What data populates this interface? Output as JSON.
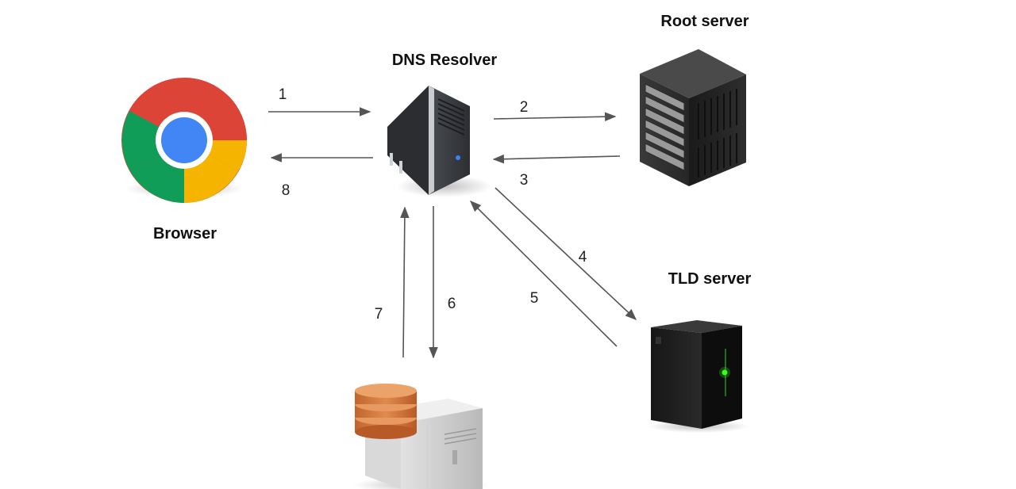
{
  "nodes": {
    "browser": {
      "label": "Browser",
      "icon": "chrome-browser-icon"
    },
    "resolver": {
      "label": "DNS Resolver",
      "icon": "resolver-server-icon"
    },
    "root": {
      "label": "Root server",
      "icon": "rack-server-icon"
    },
    "tld": {
      "label": "TLD server",
      "icon": "tower-server-icon"
    },
    "authoritative": {
      "label": "",
      "icon": "database-server-icon"
    }
  },
  "steps": [
    "1",
    "2",
    "3",
    "4",
    "5",
    "6",
    "7",
    "8"
  ],
  "colors": {
    "arrow": "#555555",
    "text": "#111111",
    "chrome_red": "#db4437",
    "chrome_green": "#0f9d58",
    "chrome_yellow": "#f4b400",
    "chrome_blue": "#4285f4",
    "server_dark": "#1e1e1e",
    "tld_led": "#39ff14",
    "database_orange": "#d2773b"
  }
}
